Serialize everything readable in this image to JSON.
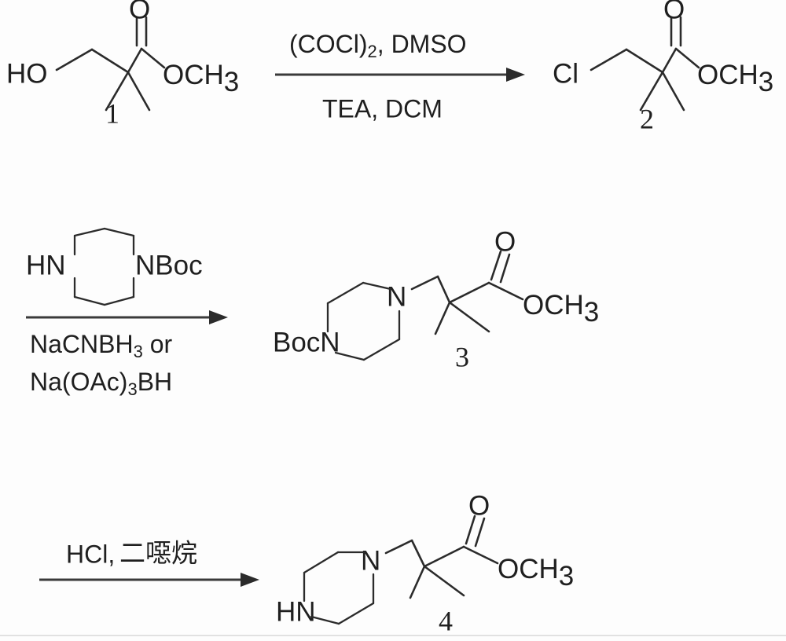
{
  "document": {
    "kind": "chemical-reaction-scheme",
    "title": "Synthesis of methyl 3-(piperazin-1-yl)-2,2-dimethylpropanoate",
    "background_color": "#fdfdfd",
    "bond_color": "#2b2b2b",
    "text_color": "#1f1f1f"
  },
  "steps": [
    {
      "id": "step-1",
      "reactant_label": "1",
      "product_label": "2",
      "conditions_above": {
        "segments": [
          {
            "text": "(COCl)",
            "sub": false
          },
          {
            "text": "2",
            "sub": true
          },
          {
            "text": ", DMSO",
            "sub": false
          }
        ],
        "plain": "(COCl)2, DMSO"
      },
      "conditions_below": {
        "segments": [
          {
            "text": "TEA, DCM",
            "sub": false
          }
        ],
        "plain": "TEA, DCM"
      }
    },
    {
      "id": "step-2",
      "reactant_label": "2",
      "product_label": "3",
      "reagent_above_name": "Boc-piperazine",
      "conditions_below_line1": {
        "segments": [
          {
            "text": "NaCNBH",
            "sub": false
          },
          {
            "text": "3",
            "sub": true
          },
          {
            "text": " or",
            "sub": false
          }
        ],
        "plain": "NaCNBH3 or"
      },
      "conditions_below_line2": {
        "segments": [
          {
            "text": "Na(OAc)",
            "sub": false
          },
          {
            "text": "3",
            "sub": true
          },
          {
            "text": "BH",
            "sub": false
          }
        ],
        "plain": "Na(OAc)3BH"
      }
    },
    {
      "id": "step-3",
      "reactant_label": "3",
      "product_label": "4",
      "conditions_above": {
        "latin": "HCl,",
        "cjk": "二噁烷",
        "plain": "HCl, 二噁烷"
      }
    }
  ],
  "molecules": {
    "compound_1": {
      "number": "1",
      "name": "methyl 3-hydroxy-2,2-dimethylpropanoate",
      "labels": {
        "hydroxyl": "HO",
        "carbonyl_oxygen": "O",
        "ester_o": "O",
        "methoxy_c": "CH",
        "methoxy_sub": "3"
      }
    },
    "compound_2": {
      "number": "2",
      "name": "methyl 3-chloro-2,2-dimethylpropanoate",
      "labels": {
        "chloro": "Cl",
        "carbonyl_oxygen": "O",
        "ester_o": "O",
        "methoxy_c": "CH",
        "methoxy_sub": "3"
      }
    },
    "reagent_boc_piperazine": {
      "name": "tert-butyl piperazine-1-carboxylate",
      "labels": {
        "nh": "HN",
        "nboc": "NBoc"
      }
    },
    "compound_3": {
      "number": "3",
      "name": "methyl 3-(4-Boc-piperazin-1-yl)-2,2-dimethylpropanoate",
      "labels": {
        "boc_n": "BocN",
        "ring_n": "N",
        "carbonyl_oxygen": "O",
        "ester_o": "O",
        "methoxy_c": "CH",
        "methoxy_sub": "3"
      }
    },
    "compound_4": {
      "number": "4",
      "name": "methyl 3-(piperazin-1-yl)-2,2-dimethylpropanoate",
      "labels": {
        "nh": "HN",
        "ring_n": "N",
        "carbonyl_oxygen": "O",
        "ester_o": "O",
        "methoxy_c": "CH",
        "methoxy_sub": "3"
      }
    }
  }
}
